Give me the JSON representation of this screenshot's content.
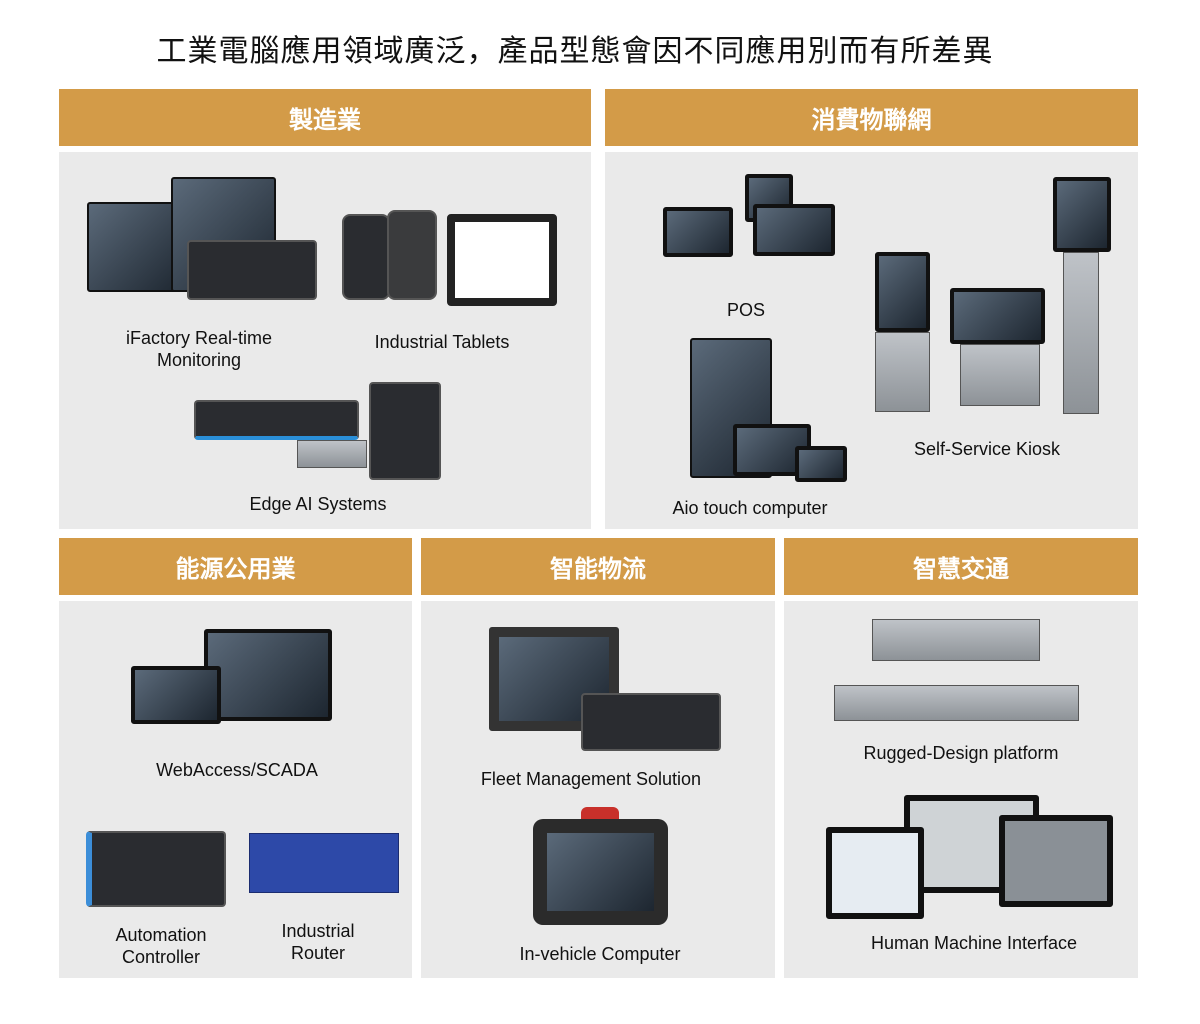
{
  "title": "工業電腦應用領域廣泛，產品型態會因不同應用別而有所差異",
  "colors": {
    "header": "#D39B48",
    "panel": "#EAEAEA"
  },
  "sections": [
    {
      "name": "製造業",
      "items": [
        "iFactory Real-time\nMonitoring",
        "Industrial Tablets",
        "Edge AI Systems"
      ]
    },
    {
      "name": "消費物聯網",
      "items": [
        "POS",
        "Aio touch computer",
        "Self-Service Kiosk"
      ]
    },
    {
      "name": "能源公用業",
      "items": [
        "WebAccess/SCADA",
        "Automation\nController",
        "Industrial\nRouter"
      ]
    },
    {
      "name": "智能物流",
      "items": [
        "Fleet Management Solution",
        "In-vehicle Computer"
      ]
    },
    {
      "name": "智慧交通",
      "items": [
        "Rugged-Design platform",
        "Human Machine Interface"
      ]
    }
  ]
}
